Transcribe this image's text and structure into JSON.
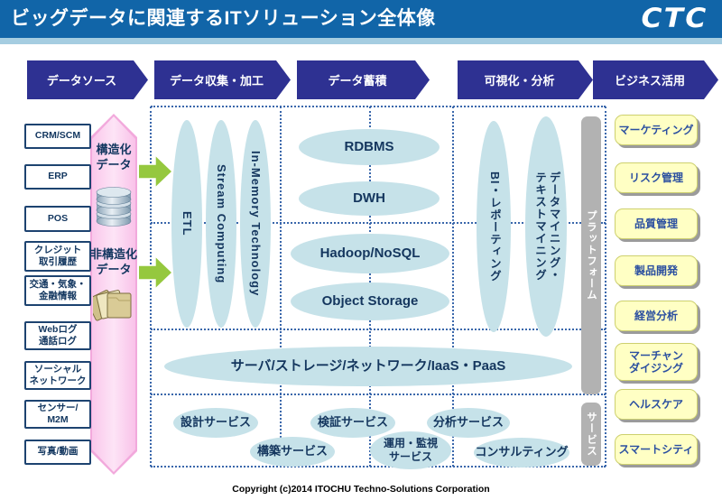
{
  "header": {
    "title": "ビッグデータに関連するITソリューション全体像",
    "logo": "CTC"
  },
  "flow_steps": [
    "データソース",
    "データ収集・加工",
    "データ蓄積",
    "可視化・分析",
    "ビジネス活用"
  ],
  "data_sources": [
    "CRM/SCM",
    "ERP",
    "POS",
    "クレジット\n取引履歴",
    "交通・気象・\n金融情報",
    "Webログ\n通話ログ",
    "ソーシャル\nネットワーク",
    "センサー/\nM2M",
    "写真/動画"
  ],
  "data_types": {
    "structured": "構造化\nデータ",
    "unstructured": "非構造化\nデータ"
  },
  "collection_tech": [
    "ETL",
    "Stream Computing",
    "In-Memory Technology"
  ],
  "storage_tech": [
    "RDBMS",
    "DWH",
    "Hadoop/NoSQL",
    "Object Storage"
  ],
  "analysis_tech": {
    "bi": "BI・レポーティング",
    "mining_line1": "データマイニング・",
    "mining_line2": "テキストマイニング"
  },
  "bars": {
    "platform": "プラットフォーム",
    "service": "サービス"
  },
  "infrastructure": "サーバ/ストレージ/ネットワーク/IaaS・PaaS",
  "services": [
    "設計サービス",
    "構築サービス",
    "検証サービス",
    "運用・監視\nサービス",
    "分析サービス",
    "コンサルティング"
  ],
  "business_uses": [
    "マーケティング",
    "リスク管理",
    "品質管理",
    "製品開発",
    "経営分析",
    "マーチャン\nダイジング",
    "ヘルスケア",
    "スマートシティ"
  ],
  "footer": "Copyright (c)2014 ITOCHU Techno-Solutions Corporation",
  "icons": {
    "structured_data": "database-icon",
    "unstructured_data": "folders-icon",
    "data_flow": "green-arrow-icon"
  },
  "colors": {
    "header_bg": "#1165a8",
    "flow_arrow_bg": "#2e3192",
    "ellipse_bg": "#c6e2e9",
    "text_navy": "#14365e",
    "pink_fill": "#fbd0ee",
    "green_arrow": "#95c83e",
    "yellow_box": "#ffffc4",
    "gray_bar": "#b2b2b2",
    "dotted_line": "#3a67ab"
  }
}
